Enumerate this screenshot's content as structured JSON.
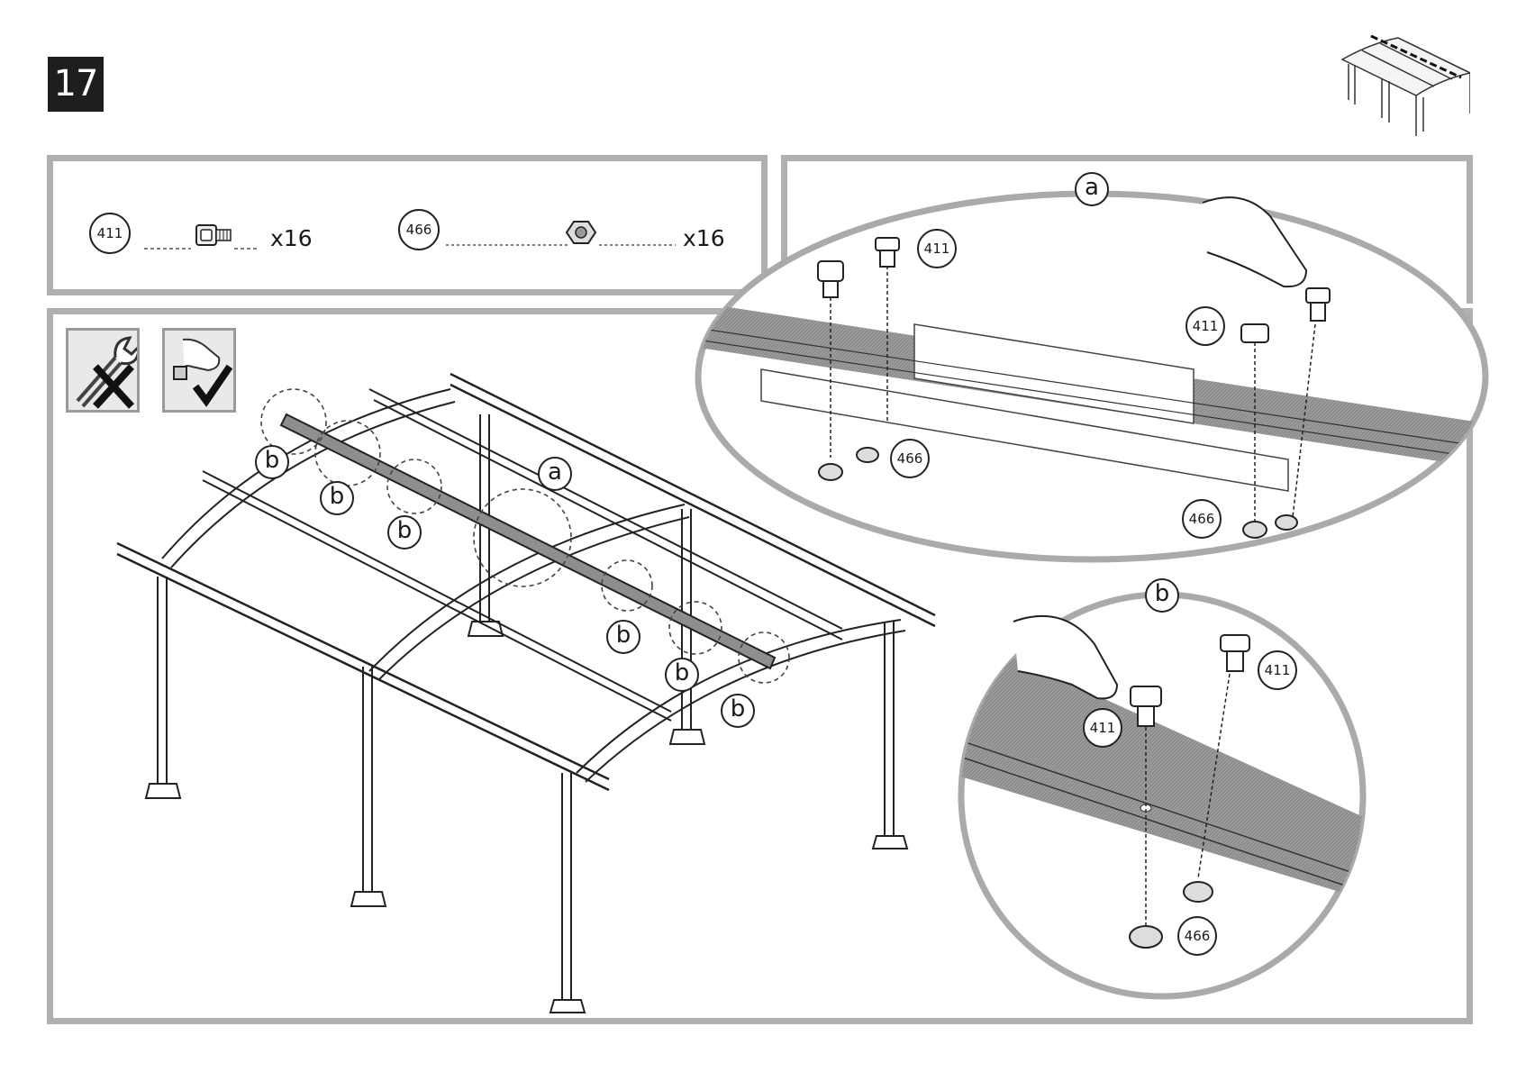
{
  "step": {
    "number": "17"
  },
  "parts": [
    {
      "id": "411",
      "name_icon": "bolt-icon",
      "quantity": "x16"
    },
    {
      "id": "466",
      "name_icon": "flange-nut-icon",
      "quantity": "x16"
    }
  ],
  "tools": {
    "wrench": "wrench-icon",
    "hand": "hand-tighten-icon"
  },
  "callouts": {
    "a_label": "a",
    "b_label": "b",
    "main_b": [
      "b",
      "b",
      "b",
      "b",
      "b",
      "b"
    ],
    "detail_a": {
      "bolt_1": "411",
      "bolt_2": "411",
      "nut_1": "466",
      "nut_2": "466"
    },
    "detail_b": {
      "bolt_1": "411",
      "bolt_2": "411",
      "nut": "466"
    }
  },
  "colors": {
    "frame": "#b0b0b0",
    "beam_gray": "#8a8a8a",
    "badge": "#1e1e1e"
  }
}
